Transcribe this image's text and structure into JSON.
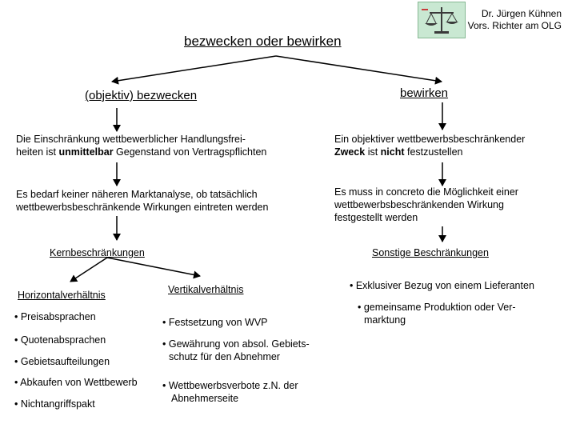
{
  "author": {
    "name": "Dr. Jürgen Kühnen",
    "role": "Vors. Richter am OLG"
  },
  "title": "bezwecken oder bewirken",
  "left": {
    "heading": "(objektiv) bezwecken",
    "box1": {
      "line1": "Die Einschränkung wettbewerblicher Handlungsfrei-",
      "line2_pre": "heiten ist ",
      "line2_bold": "unmittelbar",
      "line2_post": " Gegenstand von Vertragspflichten"
    },
    "box2": {
      "line1": "Es bedarf keiner näheren Marktanalyse, ob tatsächlich",
      "line2": "wettbewerbsbeschränkende Wirkungen eintreten werden"
    },
    "category": "Kernbeschränkungen",
    "horizontal": {
      "heading": "Horizontalverhältnis",
      "items": [
        "• Preisabsprachen",
        "• Quotenabsprachen",
        "• Gebietsaufteilungen",
        "• Abkaufen von Wettbewerb",
        "• Nichtangriffspakt"
      ]
    },
    "vertical": {
      "heading": "Vertikalverhältnis",
      "item1": "•  Festsetzung von WVP",
      "item2_line1": "• Gewährung von absol. Gebiets-",
      "item2_line2": "schutz für den Abnehmer",
      "item3_line1": "•  Wettbewerbsverbote z.N. der",
      "item3_line2": "Abnehmerseite"
    }
  },
  "right": {
    "heading": "bewirken",
    "box1": {
      "line1": "Ein objektiver wettbewerbsbeschränkender",
      "line2_bold1": "Zweck",
      "line2_mid": " ist ",
      "line2_bold2": "nicht",
      "line2_post": " festzustellen"
    },
    "box2": {
      "line1": "Es muss in concreto die Möglichkeit einer",
      "line2": "wettbewerbsbeschränkenden Wirkung",
      "line3": "festgestellt werden"
    },
    "category": "Sonstige Beschränkungen",
    "items": {
      "item1": "•  Exklusiver Bezug von einem Lieferanten",
      "item2_line1": "• gemeinsame Produktion oder Ver-",
      "item2_line2": "marktung"
    }
  },
  "icons": {
    "logo": "scales-of-justice-icon"
  }
}
